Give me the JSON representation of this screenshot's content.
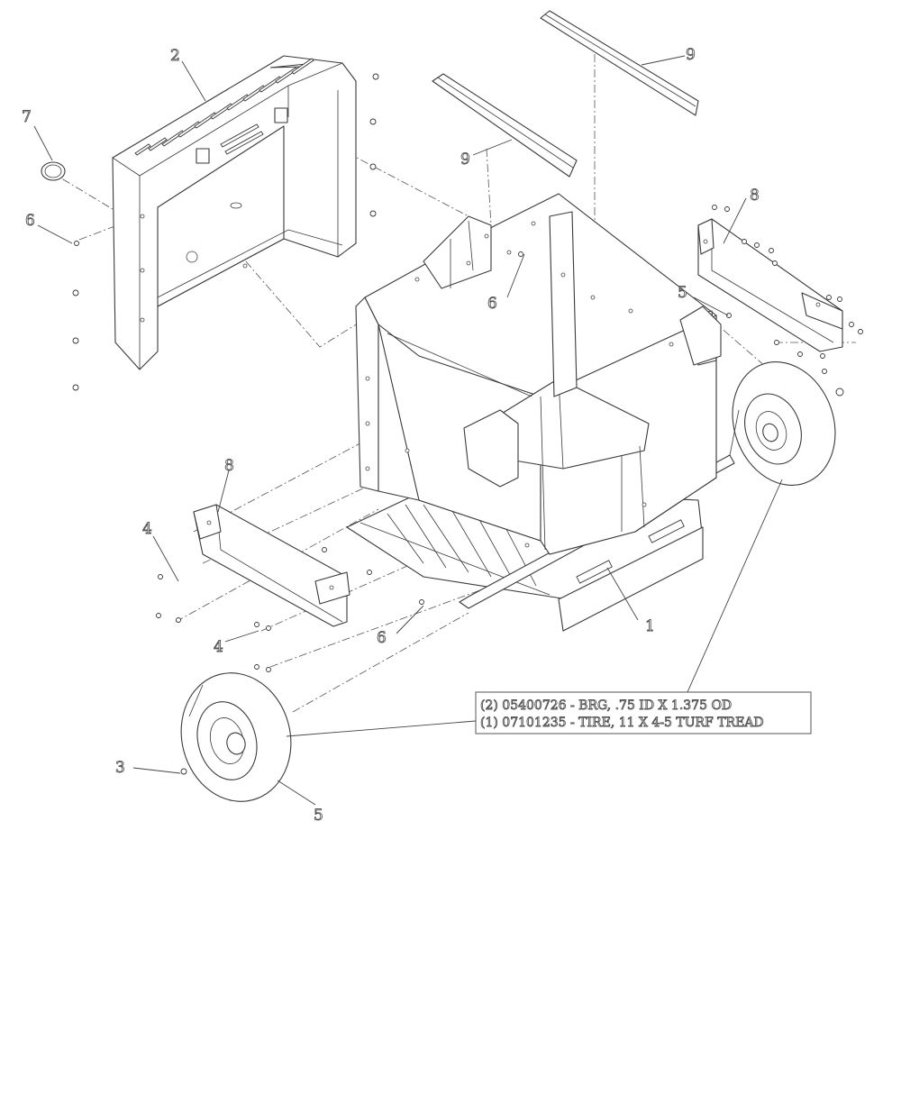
{
  "callouts": {
    "c1": "1",
    "c2": "2",
    "c3": "3",
    "c4a": "4",
    "c4b": "4",
    "c5a": "5",
    "c5b": "5",
    "c6a": "6",
    "c6b": "6",
    "c6c": "6",
    "c7": "7",
    "c8a": "8",
    "c8b": "8",
    "c9a": "9",
    "c9b": "9"
  },
  "note": {
    "line1": "(2) 05400726 - BRG, .75 ID X 1.375 OD",
    "line2": "(1) 07101235 - TIRE, 11 X 4-5 TURF TREAD"
  },
  "colors": {
    "line": "#3a3a3a",
    "background": "#ffffff"
  }
}
